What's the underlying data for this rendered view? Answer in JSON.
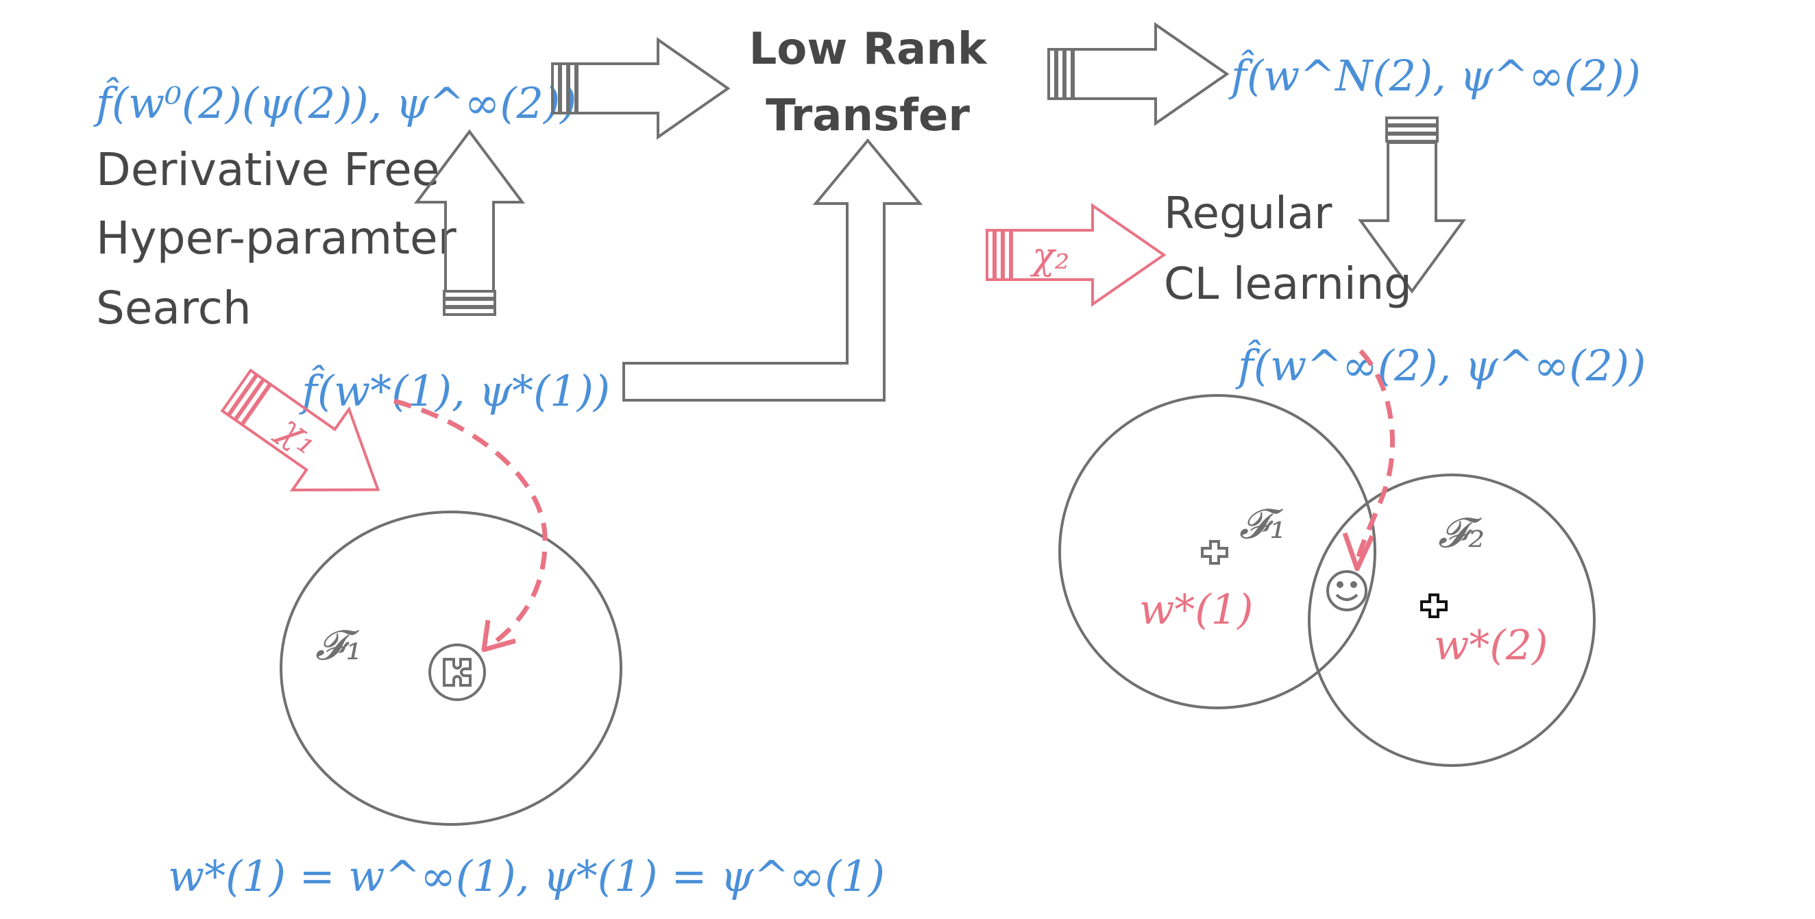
{
  "colors": {
    "blue": "#4a90d9",
    "pink": "#e97384",
    "gray": "#707070",
    "dark": "#474747"
  },
  "labels": {
    "f_start": "f̂(w⁰(2)(ψ(2)), ψ^∞(2))",
    "search_line1": "Derivative Free",
    "search_line2": "Hyper-paramter",
    "search_line3": "Search",
    "low_rank_line1": "Low Rank",
    "low_rank_line2": "Transfer",
    "f_wN": "f̂(w^N(2), ψ^∞(2))",
    "chi2": "χ₂",
    "regular_line1": "Regular",
    "regular_line2": "CL learning",
    "f_winf": "f̂(w^∞(2), ψ^∞(2))",
    "f_wstar1": "f̂(w*(1), ψ*(1))",
    "chi1": "χ₁",
    "F1_left": "𝓕₁",
    "F1_right": "𝓕₁",
    "F2_right": "𝓕₂",
    "wstar1_right": "w*(1)",
    "wstar2_right": "w*(2)",
    "equation": "w*(1) = w^∞(1), ψ*(1) = ψ^∞(1)"
  },
  "icons": {
    "left_circle_marker": "puzzle-face-icon",
    "right_smiley": "smiley-icon",
    "cross_gray": "cross-icon",
    "cross_black": "cross-icon"
  }
}
